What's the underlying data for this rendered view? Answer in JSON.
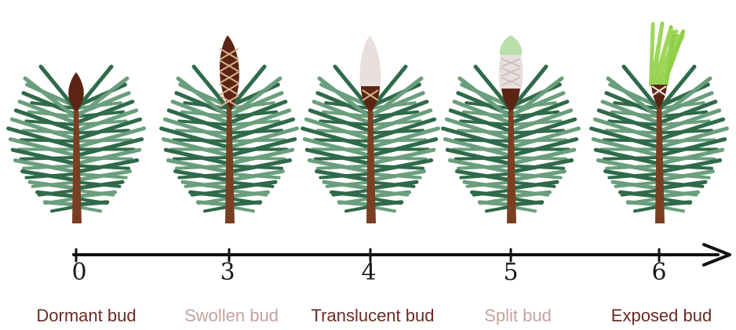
{
  "stages": [
    {
      "number": "0",
      "label": "Dormant bud",
      "label_color": "#6b2a22",
      "bud": "dormant"
    },
    {
      "number": "3",
      "label": "Swollen bud",
      "label_color": "#c2a49d",
      "bud": "swollen"
    },
    {
      "number": "4",
      "label": "Translucent bud",
      "label_color": "#6b2a22",
      "bud": "translucent"
    },
    {
      "number": "5",
      "label": "Split bud",
      "label_color": "#c2a49d",
      "bud": "split"
    },
    {
      "number": "6",
      "label": "Exposed bud",
      "label_color": "#6b2a22",
      "bud": "exposed"
    }
  ],
  "colors": {
    "needle_dark": "#2f6a4a",
    "needle_light": "#6a9e7c",
    "stem": "#7a3f22",
    "bud_brown": "#5c2412",
    "scale_line": "#d8b48e",
    "translucent": "#e8e0dc",
    "split_green": "#b9e0a8",
    "exposed_green": "#9ed65a",
    "axis": "#111111"
  }
}
